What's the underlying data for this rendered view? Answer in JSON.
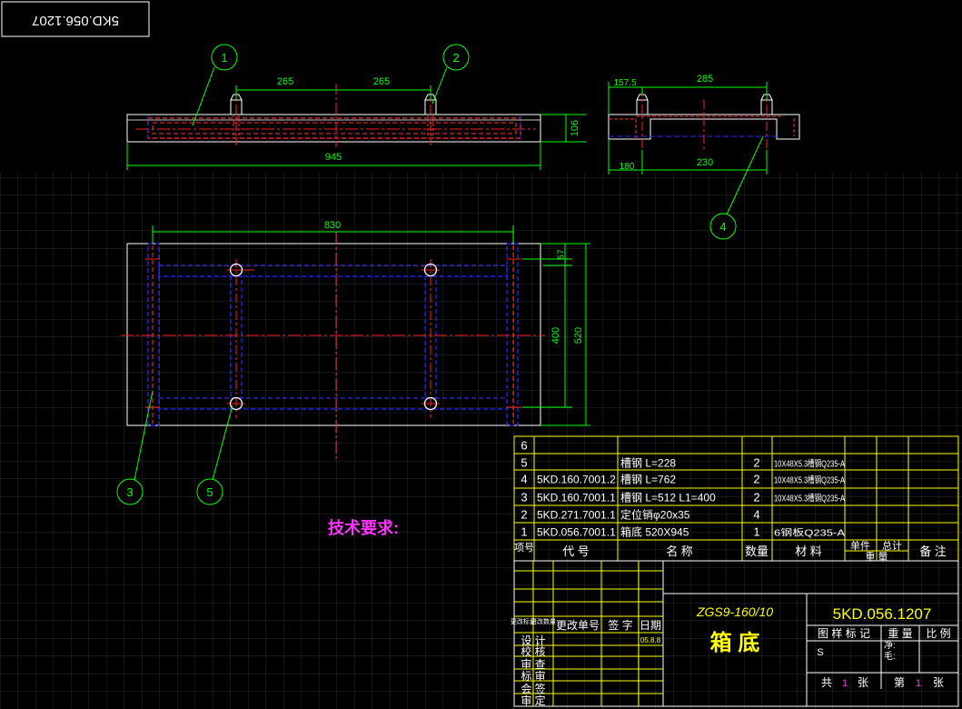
{
  "stamp": "5KD.056.1207",
  "dims": {
    "front_265_a": "265",
    "front_265_b": "265",
    "front_945": "945",
    "front_106": "106",
    "side_157_5": "157.5",
    "side_285": "285",
    "side_180": "180",
    "side_230": "230",
    "top_830": "830",
    "top_57": "57",
    "top_400": "400",
    "top_520": "520"
  },
  "balloons": [
    "1",
    "2",
    "3",
    "4",
    "5"
  ],
  "tech_req": "技术要求:",
  "bom": {
    "rows": [
      {
        "no": "6",
        "code": "",
        "name": "",
        "qty": "",
        "mat": ""
      },
      {
        "no": "5",
        "code": "",
        "name": "槽钢 L=228",
        "qty": "2",
        "mat": "10X48X5.3槽钢Q235-A"
      },
      {
        "no": "4",
        "code": "5KD.160.7001.2",
        "name": "槽钢 L=762",
        "qty": "2",
        "mat": "10X48X5.3槽钢Q235-A"
      },
      {
        "no": "3",
        "code": "5KD.160.7001.1",
        "name": "槽钢 L=512 L1=400",
        "qty": "2",
        "mat": "10X48X5.3槽钢Q235-A"
      },
      {
        "no": "2",
        "code": "5KD.271.7001.1",
        "name": "定位销φ20x35",
        "qty": "4",
        "mat": ""
      },
      {
        "no": "1",
        "code": "5KD.056.7001.1",
        "name": "箱底 520X945",
        "qty": "1",
        "mat": "6钢板Q235-A"
      }
    ],
    "header": {
      "no": "项号",
      "code": "代 号",
      "name": "名 称",
      "qty": "数量",
      "mat": "材 料",
      "unit_weight": "单件",
      "total_weight": "总计",
      "weight": "重 量",
      "remark": "备 注"
    }
  },
  "title_block": {
    "rev_labels": [
      "更改标记",
      "更改数量",
      "更改单号",
      "签 字",
      "日期"
    ],
    "date": "05.8.8",
    "sign_rows": [
      "设 计",
      "校 核",
      "审 查",
      "标 审",
      "会 签",
      "审 定"
    ],
    "model": "ZGS9-160/10",
    "part_name": "箱 底",
    "drawing_no": "5KD.056.1207",
    "stage_label": "图 样 标 记",
    "weight_label": "重 量",
    "scale_label": "比 例",
    "stage_mark": "S",
    "net_label": "净:",
    "gross_label": "毛:",
    "total_prefix": "共",
    "total_sheets": "1",
    "total_suffix": "张",
    "sheet_prefix": "第",
    "sheet_no": "1",
    "sheet_suffix": "张"
  },
  "colors": {
    "background": "#000000",
    "grid": "#2a2a2a",
    "outline": "#ffffff",
    "center": "#ff2020",
    "hidden_red": "#ff3030",
    "hidden_blue": "#2a2aff",
    "dimension": "#00ff00",
    "table": "#ffff00",
    "text": "#ffff00",
    "title": "#ff33ff",
    "block_text": "#ffffff"
  }
}
